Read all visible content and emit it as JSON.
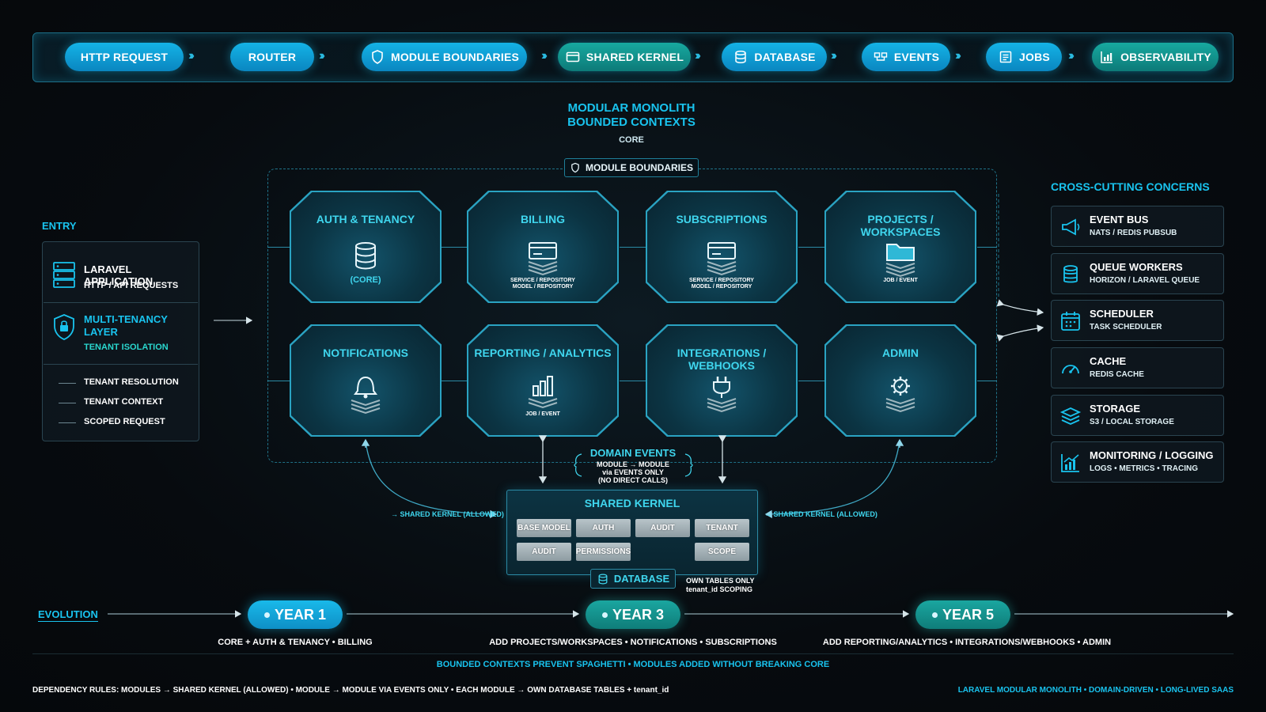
{
  "pipeline": {
    "items": [
      {
        "label": "HTTP REQUEST",
        "icon": "none"
      },
      {
        "label": "ROUTER",
        "icon": "none"
      },
      {
        "label": "MODULE BOUNDARIES",
        "icon": "shield-icon"
      },
      {
        "label": "SHARED KERNEL",
        "icon": "card-icon"
      },
      {
        "label": "DATABASE",
        "icon": "database-icon"
      },
      {
        "label": "EVENTS",
        "icon": "events-icon"
      },
      {
        "label": "JOBS",
        "icon": "list-icon"
      },
      {
        "label": "OBSERVABILITY",
        "icon": "chart-icon"
      }
    ]
  },
  "core": {
    "title_line1": "MODULAR MONOLITH",
    "title_line2": "BOUNDED CONTEXTS",
    "subtitle": "CORE",
    "boundary_tag": "MODULE BOUNDARIES"
  },
  "modules": [
    {
      "title": "AUTH & TENANCY",
      "sub": "(CORE)",
      "icon": "database-icon"
    },
    {
      "title": "BILLING",
      "sub": "SERVICE / REPOSITORY",
      "sub2": "MODEL / REPOSITORY",
      "icon": "card-icon"
    },
    {
      "title": "SUBSCRIPTIONS",
      "sub": "SERVICE / REPOSITORY",
      "sub2": "MODEL / REPOSITORY",
      "icon": "card-icon"
    },
    {
      "title": "PROJECTS / WORKSPACES",
      "sub": "JOB / EVENT",
      "icon": "folder-icon"
    },
    {
      "title": "NOTIFICATIONS",
      "sub": "",
      "icon": "bell-icon"
    },
    {
      "title": "REPORTING / ANALYTICS",
      "sub": "JOB / EVENT",
      "icon": "bar-chart-icon"
    },
    {
      "title": "INTEGRATIONS / WEBHOOKS",
      "sub": "",
      "icon": "plug-icon"
    },
    {
      "title": "ADMIN",
      "sub": "",
      "icon": "gear-icon"
    }
  ],
  "entry": {
    "label": "ENTRY",
    "app_title": "LARAVEL APPLICATION",
    "app_sub": "HTTP / API REQUESTS",
    "mt_title_1": "MULTI-TENANCY",
    "mt_title_2": "LAYER",
    "mt_sub": "TENANT ISOLATION",
    "list": [
      "TENANT RESOLUTION",
      "TENANT CONTEXT",
      "SCOPED REQUEST"
    ]
  },
  "cross_cutting": {
    "label": "CROSS-CUTTING CONCERNS",
    "items": [
      {
        "title": "EVENT BUS",
        "sub": "NATS / REDIS PUBSUB",
        "icon": "megaphone-icon"
      },
      {
        "title": "QUEUE WORKERS",
        "sub": "HORIZON / LARAVEL QUEUE",
        "icon": "stack-icon"
      },
      {
        "title": "SCHEDULER",
        "sub": "TASK SCHEDULER",
        "icon": "calendar-icon"
      },
      {
        "title": "CACHE",
        "sub": "REDIS CACHE",
        "icon": "gauge-icon"
      },
      {
        "title": "STORAGE",
        "sub": "S3 / LOCAL STORAGE",
        "icon": "layers-icon"
      },
      {
        "title": "MONITORING / LOGGING",
        "sub": "LOGS • METRICS • TRACING",
        "icon": "chart-icon"
      }
    ]
  },
  "domain_events": {
    "title": "DOMAIN EVENTS",
    "line1": "MODULE → MODULE",
    "line2": "via EVENTS ONLY",
    "line3": "(NO DIRECT CALLS)"
  },
  "shared_kernel": {
    "title": "SHARED KERNEL",
    "chips_row1": [
      "BASE MODEL",
      "AUTH",
      "AUDIT",
      "TENANT"
    ],
    "chips_row2": [
      "AUDIT",
      "PERMISSIONS",
      "SCOPE"
    ],
    "allowed_left": "→ SHARED KERNEL (ALLOWED)",
    "allowed_right": "→ SHARED KERNEL (ALLOWED)",
    "database_label": "DATABASE",
    "db_note_1": "OWN TABLES ONLY",
    "db_note_2": "tenant_id SCOPING"
  },
  "evolution": {
    "label": "EVOLUTION",
    "years": [
      {
        "label": "YEAR 1",
        "desc": "CORE + AUTH & TENANCY • BILLING"
      },
      {
        "label": "YEAR 3",
        "desc": "ADD PROJECTS/WORKSPACES • NOTIFICATIONS • SUBSCRIPTIONS"
      },
      {
        "label": "YEAR 5",
        "desc": "ADD REPORTING/ANALYTICS • INTEGRATIONS/WEBHOOKS • ADMIN"
      }
    ]
  },
  "footer": {
    "tagline": "BOUNDED CONTEXTS PREVENT SPAGHETTI • MODULES ADDED WITHOUT BREAKING CORE",
    "rules": "DEPENDENCY RULES: MODULES → SHARED KERNEL (ALLOWED) • MODULE → MODULE VIA EVENTS ONLY • EACH MODULE → OWN DATABASE TABLES + tenant_id",
    "brand": "LARAVEL MODULAR MONOLITH • DOMAIN-DRIVEN • LONG-LIVED SAAS"
  },
  "colors": {
    "accent": "#19c3ee",
    "teal": "#2ad8cf",
    "background": "#070b0f"
  }
}
